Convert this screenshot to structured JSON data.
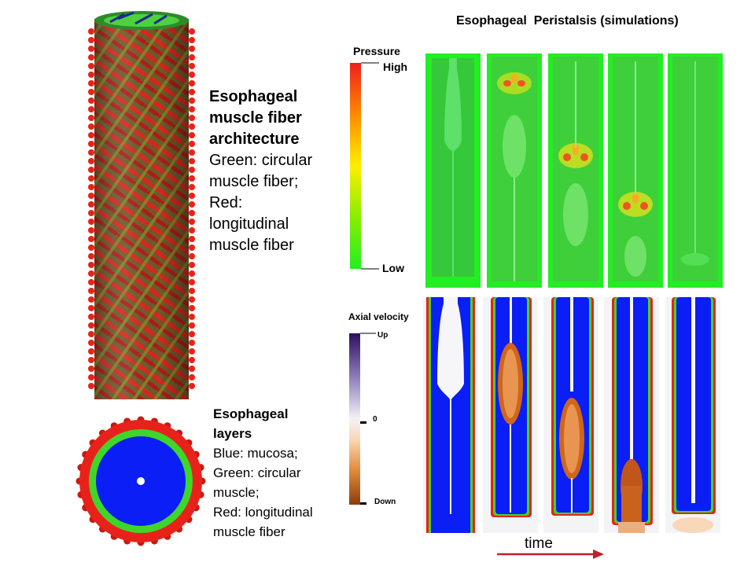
{
  "fiber_panel": {
    "title": "Esophageal muscle fiber architecture",
    "title_lines": [
      "Esophageal",
      "muscle fiber",
      "architecture"
    ],
    "lines": [
      "Green: circular",
      "muscle fiber;",
      "Red:",
      "longitudinal",
      "muscle fiber"
    ]
  },
  "layers_panel": {
    "title_lines": [
      "Esophageal",
      "layers"
    ],
    "lines": [
      "Blue: mucosa;",
      "Green: circular",
      "muscle;",
      "Red: longitudinal",
      "muscle fiber"
    ]
  },
  "simulation": {
    "title": "Esophageal  Peristalsis (simulations)",
    "pressure_legend": {
      "title": "Pressure",
      "high": "High",
      "low": "Low"
    },
    "velocity_legend": {
      "title": "Axial velocity",
      "up": "Up",
      "zero": "0",
      "down": "Down"
    },
    "time_label": "time"
  },
  "colors": {
    "longitudinal": "#e8221a",
    "circular": "#3fd62a",
    "mucosa": "#0a1ef5",
    "pressure_low": "#22ee22",
    "pressure_high": "#ee2222",
    "velocity_up": "#2e0f5e",
    "velocity_down": "#8a3d0d",
    "arrow": "#c0202a"
  }
}
